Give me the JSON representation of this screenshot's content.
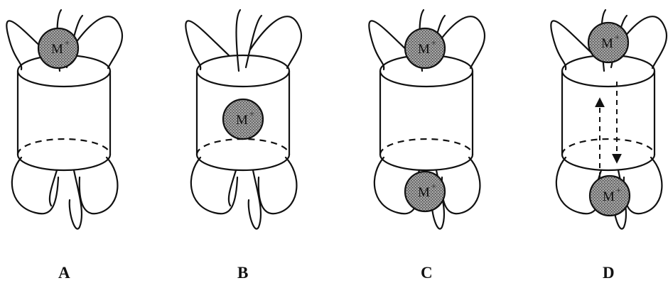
{
  "figure": {
    "ion_label": "M",
    "ion_charge": "+",
    "panels": [
      {
        "label": "A"
      },
      {
        "label": "B"
      },
      {
        "label": "C"
      },
      {
        "label": "D"
      }
    ]
  }
}
